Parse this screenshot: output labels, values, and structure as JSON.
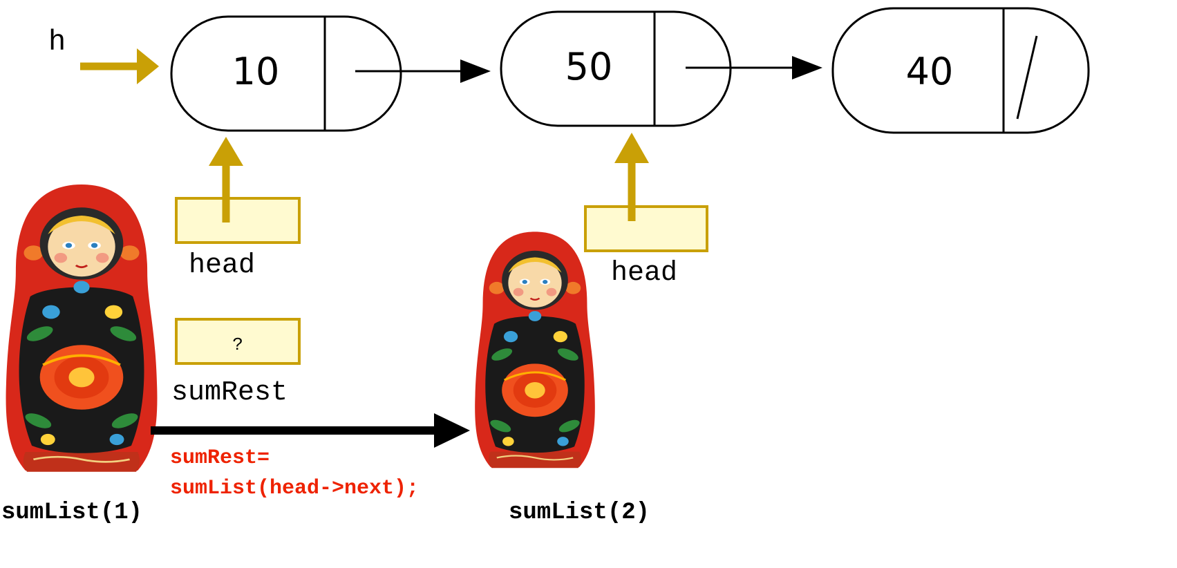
{
  "colors": {
    "gold": "#C9A006",
    "box_fill": "#FFFAD0",
    "code_red": "#EE2200",
    "doll_red": "#D8281A",
    "doll_dark": "#1A1A1A",
    "flower_orange": "#F0501E",
    "leaf_green": "#2E8B3A",
    "face": "#F8D9A8"
  },
  "list": {
    "head_pointer_label": "h",
    "nodes": [
      {
        "value": "10",
        "next": "arrow"
      },
      {
        "value": "50",
        "next": "arrow"
      },
      {
        "value": "40",
        "next": "null-slash"
      }
    ]
  },
  "frame1": {
    "head_label": "head",
    "sumrest_value": "?",
    "sumrest_label": "sumRest",
    "caption": "sumList(1)",
    "call_code_line1": "sumRest=",
    "call_code_line2": "sumList(head->next);"
  },
  "frame2": {
    "head_label": "head",
    "caption": "sumList(2)"
  },
  "icons": [
    "matryoshka-doll-icon"
  ]
}
